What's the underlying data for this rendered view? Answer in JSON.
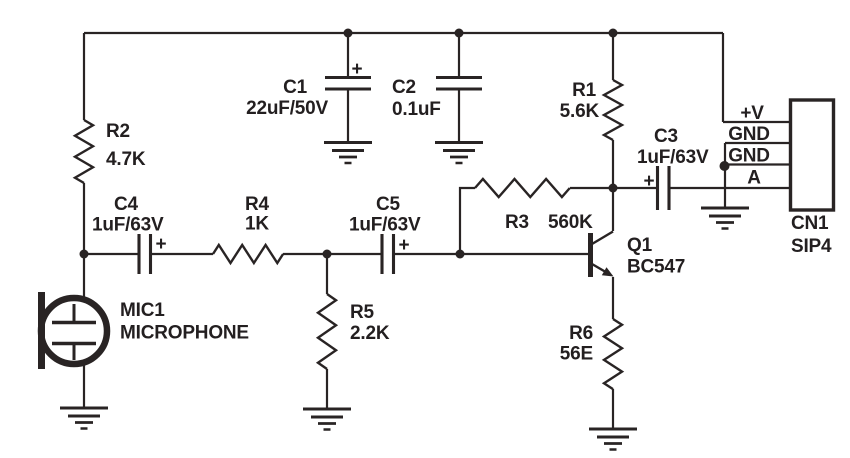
{
  "diagram": {
    "type": "circuit-schematic",
    "description": "Microphone preamplifier schematic with BC547 transistor and SIP4 connector",
    "colors": {
      "background": "#ffffff",
      "line": "#292424",
      "text": "#231f20"
    }
  },
  "components": {
    "r1": {
      "ref": "R1",
      "value": "5.6K"
    },
    "r2": {
      "ref": "R2",
      "value": "4.7K"
    },
    "r3": {
      "ref": "R3",
      "value": "560K"
    },
    "r4": {
      "ref": "R4",
      "value": "1K"
    },
    "r5": {
      "ref": "R5",
      "value": "2.2K"
    },
    "r6": {
      "ref": "R6",
      "value": "56E"
    },
    "c1": {
      "ref": "C1",
      "value": "22uF/50V",
      "polarity": "+"
    },
    "c2": {
      "ref": "C2",
      "value": "0.1uF"
    },
    "c3": {
      "ref": "C3",
      "value": "1uF/63V",
      "polarity": "+"
    },
    "c4": {
      "ref": "C4",
      "value": "1uF/63V",
      "polarity": "+"
    },
    "c5": {
      "ref": "C5",
      "value": "1uF/63V",
      "polarity": "+"
    },
    "q1": {
      "ref": "Q1",
      "value": "BC547"
    },
    "mic1": {
      "ref": "MIC1",
      "value": "MICROPHONE"
    },
    "cn1": {
      "ref": "CN1",
      "value": "SIP4"
    }
  },
  "connector": {
    "pins": [
      "+V",
      "GND",
      "GND",
      "A"
    ]
  }
}
